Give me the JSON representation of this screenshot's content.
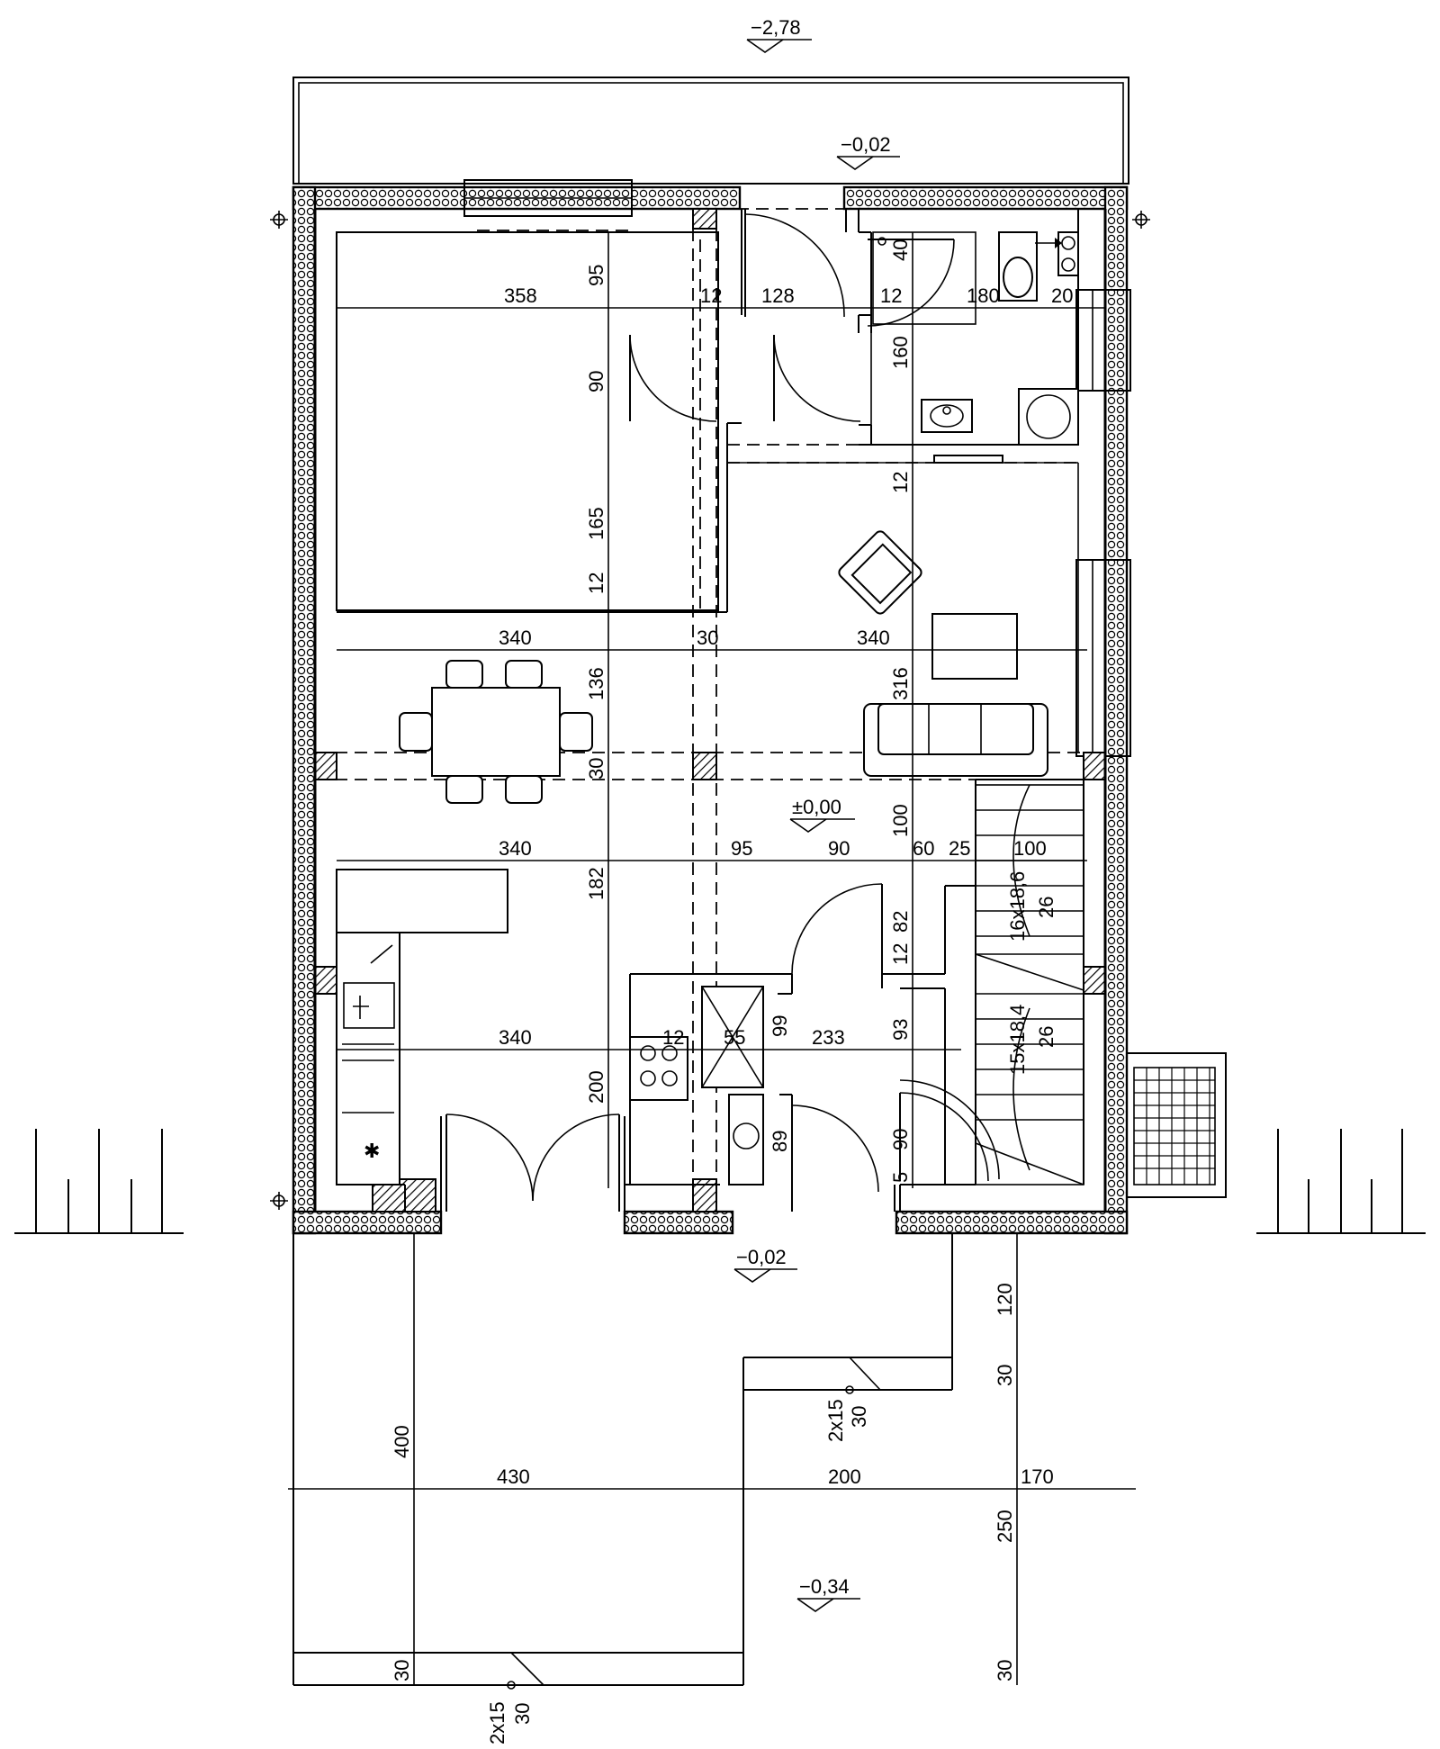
{
  "levels": {
    "top": "−2,78",
    "entrance_top": "−0,02",
    "floor": "±0,00",
    "entrance_bottom": "−0,02",
    "terrace": "−0,34"
  },
  "dimensions": {
    "bedroom_width": "358",
    "wall_a": "12",
    "hall_width": "128",
    "wall_b": "12",
    "bath_width": "180",
    "bath_right": "20",
    "bath_depth_top": "40",
    "bath_depth": "160",
    "bath_wall": "12",
    "bedroom_top": "95",
    "bedroom_door": "90",
    "bedroom_mid": "165",
    "bedroom_wall": "12",
    "dining_width": "340",
    "living_gap": "30",
    "living_width": "340",
    "living_depth": "316",
    "dining_depth": "136",
    "beam": "30",
    "kitchen_width": "340",
    "k_95": "95",
    "k_90": "90",
    "k_60": "60",
    "k_25": "25",
    "k_100": "100",
    "stair_100": "100",
    "kitchen_depth": "182",
    "hall_82": "82",
    "hall_12": "12",
    "hall_93": "93",
    "hall_90": "90",
    "hall_5": "5",
    "kitchen_row": "340",
    "k_12b": "12",
    "k_55": "55",
    "k_99": "99",
    "k_233": "233",
    "k_89": "89",
    "kitchen_200": "200",
    "stair_upper": "16x18,6",
    "stair_upper_tread": "26",
    "stair_lower": "15x18,4",
    "stair_lower_tread": "26",
    "ext_120": "120",
    "ext_30a": "30",
    "step_a": "2x15",
    "step_a_tread": "30",
    "ext_400": "400",
    "ext_430": "430",
    "ext_200": "200",
    "ext_170": "170",
    "ext_250": "250",
    "ext_30b": "30",
    "ext_30c": "30",
    "step_b": "2x15",
    "step_b_tread": "30"
  }
}
